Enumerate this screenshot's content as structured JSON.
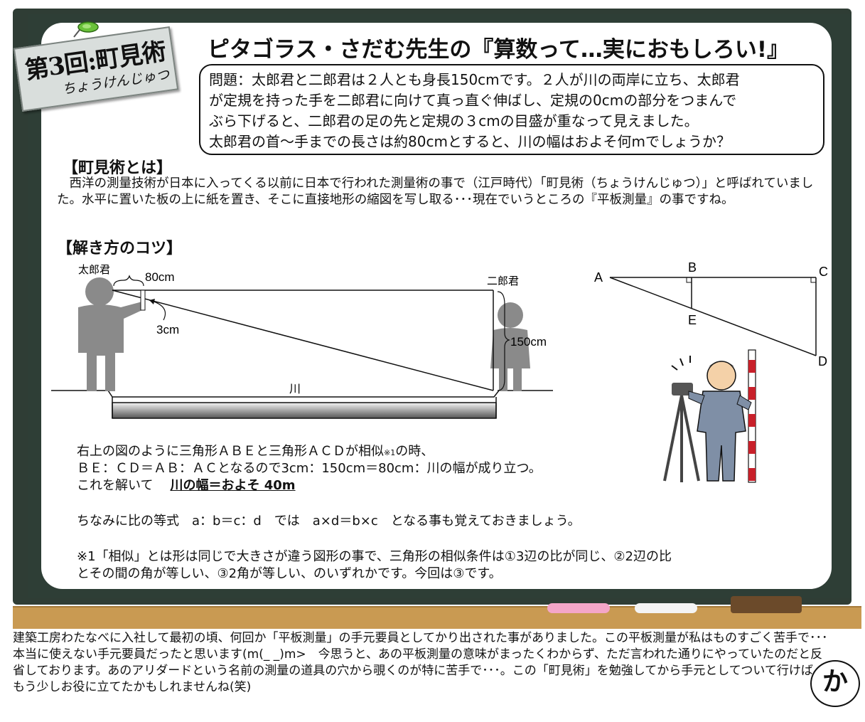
{
  "header": {
    "badge_title": "第3回:町見術",
    "badge_reading": "ちょうけんじゅつ",
    "main_title": "ピタゴラス・さだむ先生の『算数って…実におもしろい!』"
  },
  "problem": {
    "lines": [
      "問題：太郎君と二郎君は２人とも身長150cmです。２人が川の両岸に立ち、太郎君",
      "が定規を持った手を二郎君に向けて真っ直ぐ伸ばし、定規の0cmの部分をつまんで",
      "ぶら下げると、二郎君の足の先と定規の３cmの目盛が重なって見えました。",
      "太郎君の首～手までの長さは約80cmとすると、川の幅はおよそ何mでしょうか？"
    ]
  },
  "about": {
    "heading": "【町見術とは】",
    "text": "西洋の測量技術が日本に入ってくる以前に日本で行われた測量術の事で（江戸時代）「町見術（ちょうけんじゅつ）」と呼ばれていました。水平に置いた板の上に紙を置き、そこに直接地形の縮図を写し取る･･･現在でいうところの『平板測量』の事ですね。"
  },
  "tips": {
    "heading": "【解き方のコツ】"
  },
  "diagram": {
    "taro_label": "太郎君",
    "jiro_label": "二郎君",
    "arm_label": "80cm",
    "ruler_label": "3cm",
    "height_label": "150cm",
    "river_label": "川"
  },
  "triangle": {
    "A": "A",
    "B": "B",
    "C": "C",
    "D": "D",
    "E": "E"
  },
  "solution": {
    "line1_pre": "右上の図のように三角形ＡＢＥと三角形ＡＣＤが相似",
    "line1_note": "※1",
    "line1_post": "の時、",
    "line2": "ＢＥ：ＣＤ＝ＡＢ：ＡＣとなるので3cm：150cm＝80cm：川の幅が成り立つ。",
    "line3_pre": "これを解いて",
    "line3_answer": "川の幅＝およそ 40m",
    "ratio_note": "ちなみに比の等式　a：b＝c：d　では　a×d＝b×c　となる事も覚えておきましょう。",
    "footnote_1": "※1「相似」とは形は同じで大きさが違う図形の事で、三角形の相似条件は①3辺の比が同じ、②2辺の比",
    "footnote_2": "とその間の角が等しい、③2角が等しい、のいずれかです。今回は③です。"
  },
  "footer": {
    "text": "建築工房わたなべに入社して最初の頃、何回か「平板測量」の手元要員としてかり出された事がありました。この平板測量が私はものすごく苦手で･･･本当に使えない手元要員だったと思います(m(_ _)m>　今思うと、あの平板測量の意味がまったくわからず、ただ言われた通りにやっていたのだと反省しております。あのアリダードという名前の測量の道具の穴から覗くのが特に苦手で･･･。この「町見術」を勉強してから手元としてついて行けば、もう少しお役に立てたかもしれませんね(笑)",
    "logo_char": "か"
  },
  "colors": {
    "board": "#2f3d35",
    "ledge": "#c99a52",
    "figure_gray": "#888888"
  }
}
